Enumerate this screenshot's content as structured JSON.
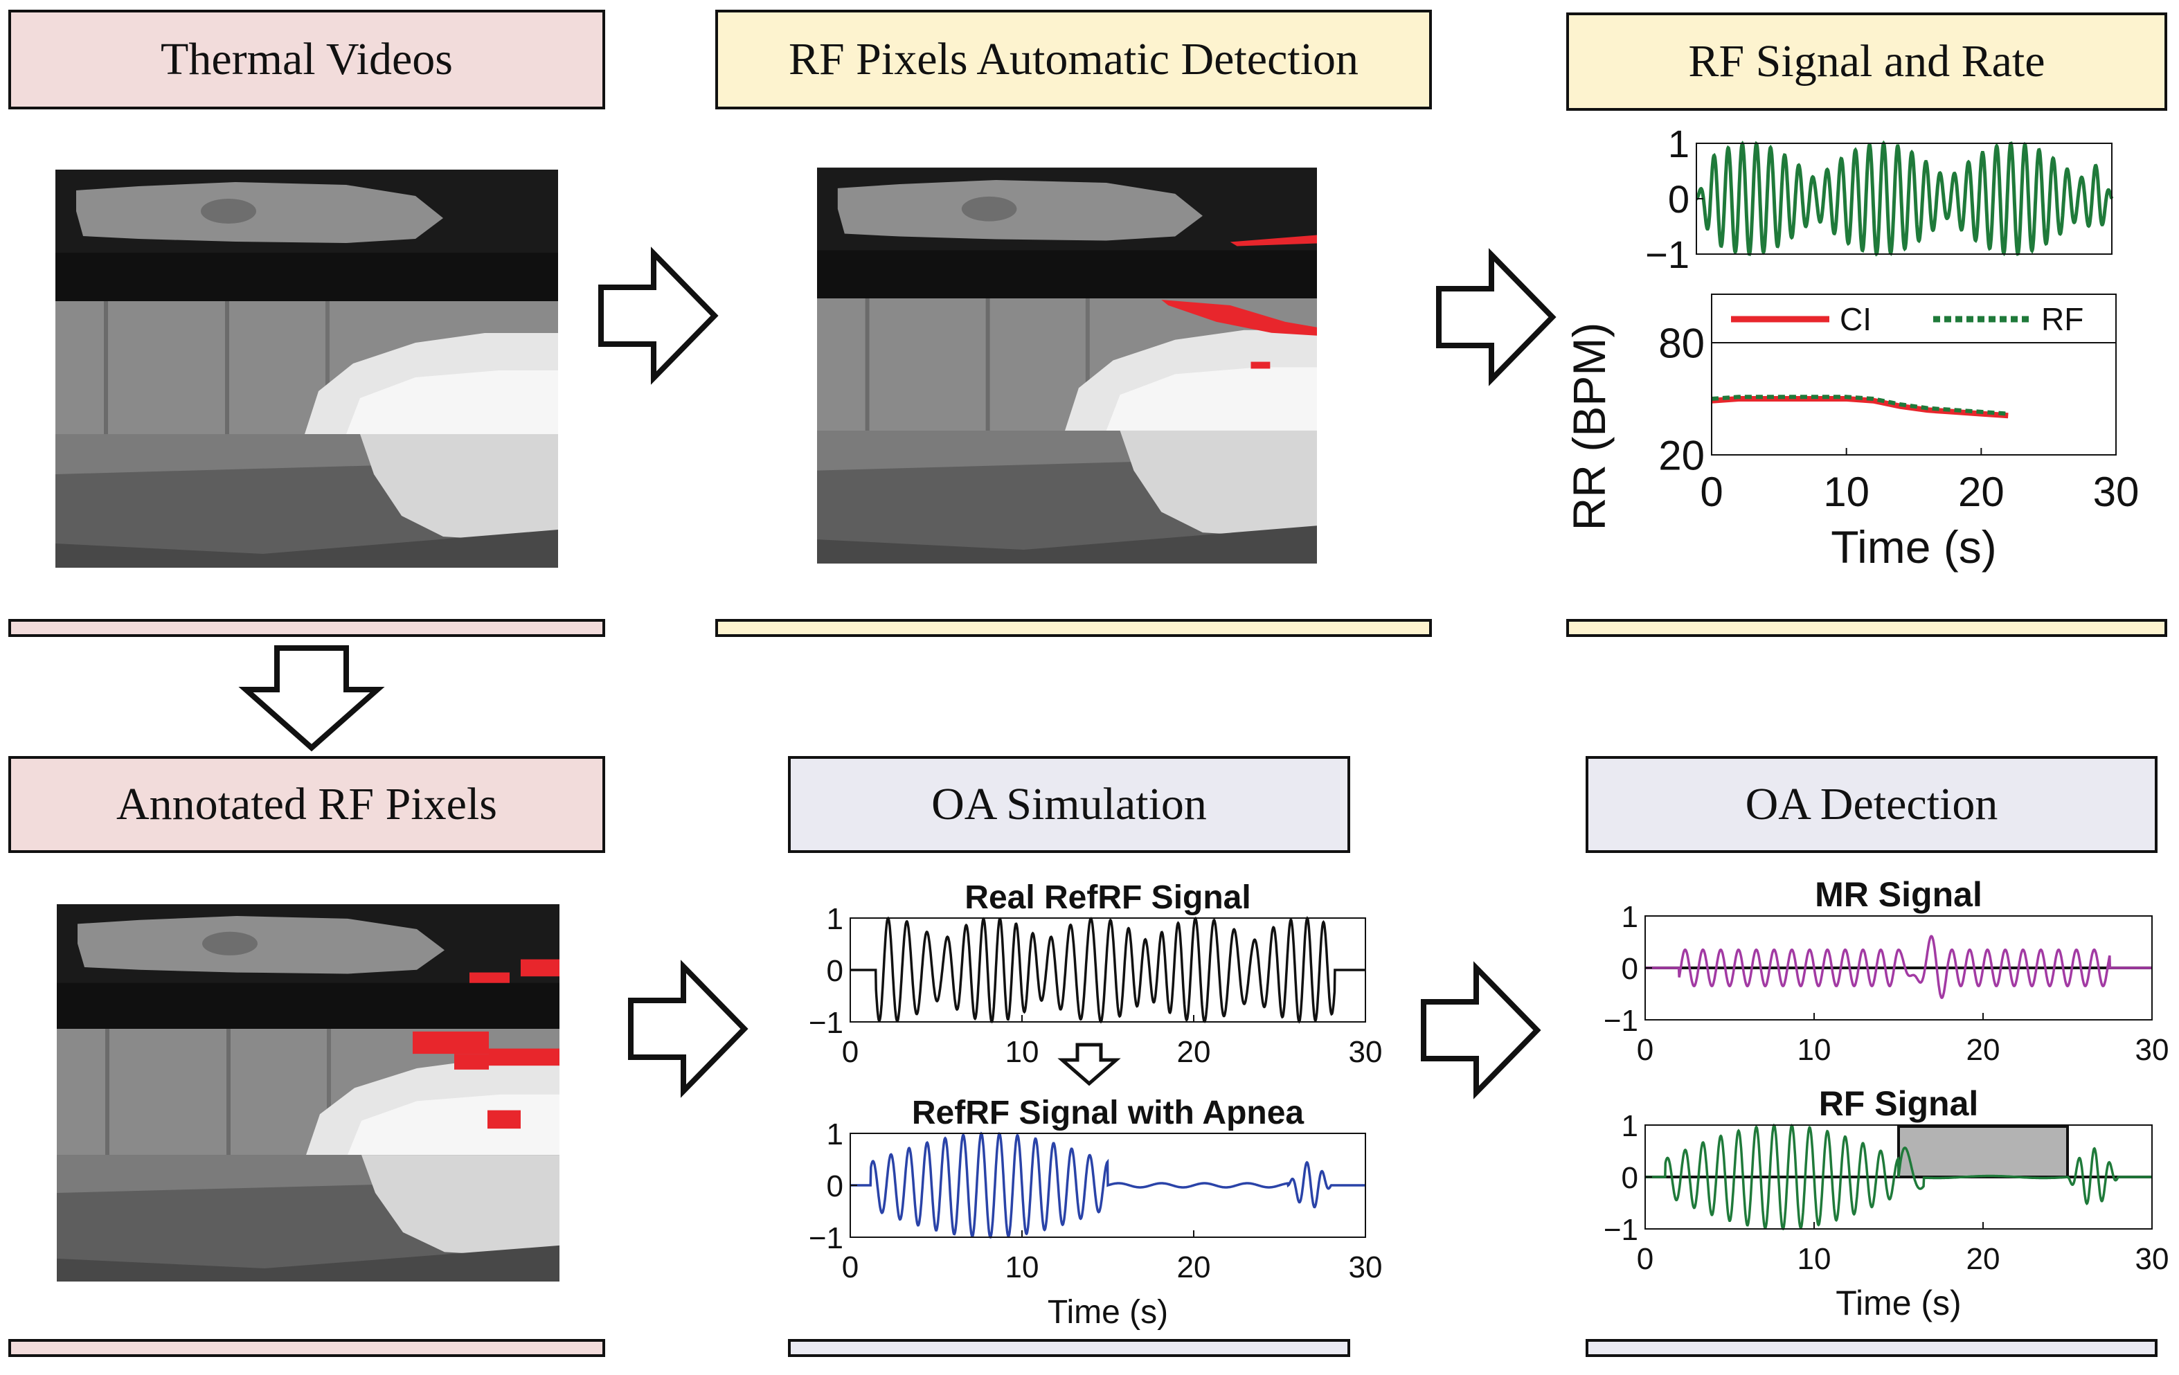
{
  "panels": {
    "thermal_videos": {
      "title": "Thermal Videos"
    },
    "rf_detection": {
      "title": "RF Pixels Automatic Detection"
    },
    "rf_signal_rate": {
      "title": "RF Signal and Rate"
    },
    "annotated_rf": {
      "title": "Annotated RF Pixels"
    },
    "oa_simulation": {
      "title": "OA Simulation"
    },
    "oa_detection": {
      "title": "OA Detection"
    }
  },
  "colors": {
    "pink": "#f2dcdb",
    "yellow": "#fdf3cf",
    "lavender": "#eaeaf2",
    "rf_pixels": "#e8262c",
    "green_signal": "#1f7a3a",
    "blue_signal": "#2a43a8",
    "purple_signal": "#a23aa3",
    "ci_line": "#e8262c"
  },
  "arrows": [
    "arrow-right-icon",
    "arrow-right-icon",
    "arrow-down-icon",
    "arrow-right-icon",
    "arrow-right-icon",
    "arrow-down-icon"
  ],
  "chart_data": [
    {
      "id": "rf_signal_top",
      "type": "line",
      "ylim": [
        -1,
        1
      ],
      "yticks": [
        "1",
        "0",
        "−1"
      ],
      "series": [
        {
          "values": []
        }
      ]
    },
    {
      "id": "rr_plot",
      "type": "line",
      "ylabel": "RR (BPM)",
      "xlabel": "Time (s)",
      "xlim": [
        0,
        30
      ],
      "ylim": [
        20,
        80
      ],
      "xticks": [
        "0",
        "10",
        "20",
        "30"
      ],
      "yticks": [
        "80",
        "20"
      ],
      "legend": [
        "CI",
        "RF"
      ],
      "legend_position": "top",
      "series": [
        {
          "name": "CI",
          "x": [
            0,
            2,
            4,
            6,
            8,
            10,
            12,
            14,
            16,
            18,
            20,
            22
          ],
          "values": [
            49,
            50,
            50,
            50,
            50,
            50,
            49,
            46,
            44,
            43,
            42,
            41
          ]
        },
        {
          "name": "RF",
          "x": [
            0,
            2,
            4,
            6,
            8,
            10,
            12,
            14,
            16,
            18,
            20,
            22
          ],
          "values": [
            50,
            51,
            51,
            51,
            51,
            51,
            50,
            47,
            45,
            44,
            43,
            42
          ]
        }
      ]
    },
    {
      "id": "real_refrf",
      "type": "line",
      "title": "Real RefRF Signal",
      "xlim": [
        0,
        30
      ],
      "ylim": [
        -1,
        1
      ],
      "xticks": [
        "0",
        "10",
        "20",
        "30"
      ],
      "yticks": [
        "1",
        "0",
        "−1"
      ]
    },
    {
      "id": "refrf_apnea",
      "type": "line",
      "title": "RefRF Signal with Apnea",
      "xlabel": "Time (s)",
      "xlim": [
        0,
        30
      ],
      "ylim": [
        -1,
        1
      ],
      "xticks": [
        "0",
        "10",
        "20",
        "30"
      ],
      "yticks": [
        "1",
        "0",
        "−1"
      ]
    },
    {
      "id": "mr_signal",
      "type": "line",
      "title": "MR Signal",
      "xlim": [
        0,
        30
      ],
      "ylim": [
        -1,
        1
      ],
      "xticks": [
        "0",
        "10",
        "20",
        "30"
      ],
      "yticks": [
        "1",
        "0",
        "−1"
      ]
    },
    {
      "id": "rf_signal_bottom",
      "type": "line",
      "title": "RF Signal",
      "xlabel": "Time (s)",
      "xlim": [
        0,
        30
      ],
      "ylim": [
        -1,
        1
      ],
      "xticks": [
        "0",
        "10",
        "20",
        "30"
      ],
      "yticks": [
        "1",
        "0",
        "−1"
      ],
      "apnea_region_x": [
        15,
        25
      ]
    }
  ]
}
